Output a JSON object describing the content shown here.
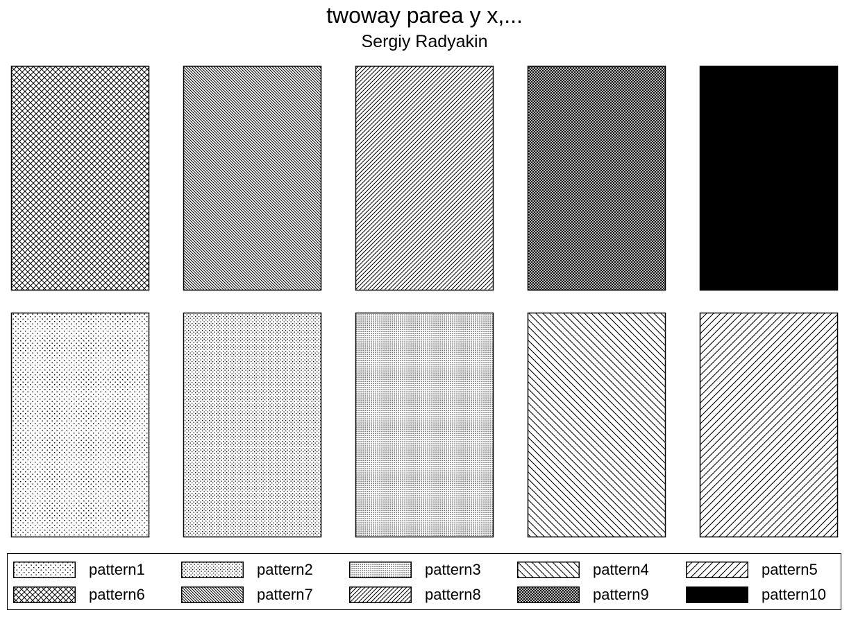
{
  "title": "twoway parea y x,...",
  "subtitle": "Sergiy Radyakin",
  "chart_data": {
    "type": "area",
    "title": "twoway parea y x,...",
    "subtitle": "Sergiy Radyakin",
    "grid": false,
    "legend_position": "bottom",
    "panel_order": [
      "pattern6",
      "pattern7",
      "pattern8",
      "pattern9",
      "pattern10",
      "pattern1",
      "pattern2",
      "pattern3",
      "pattern4",
      "pattern5"
    ],
    "series": [
      {
        "name": "pattern1",
        "pattern": "sparse-dots",
        "color": "#000000"
      },
      {
        "name": "pattern2",
        "pattern": "medium-dots",
        "color": "#000000"
      },
      {
        "name": "pattern3",
        "pattern": "dense-dots",
        "color": "#000000"
      },
      {
        "name": "pattern4",
        "pattern": "diagonal-lines-down",
        "color": "#000000"
      },
      {
        "name": "pattern5",
        "pattern": "diagonal-lines-up",
        "color": "#000000"
      },
      {
        "name": "pattern6",
        "pattern": "crosshatch",
        "color": "#000000"
      },
      {
        "name": "pattern7",
        "pattern": "dense-diagonal-lines-down",
        "color": "#000000"
      },
      {
        "name": "pattern8",
        "pattern": "dense-diagonal-lines-up",
        "color": "#000000"
      },
      {
        "name": "pattern9",
        "pattern": "dense-crosshatch",
        "color": "#000000"
      },
      {
        "name": "pattern10",
        "pattern": "solid",
        "color": "#000000"
      }
    ]
  }
}
